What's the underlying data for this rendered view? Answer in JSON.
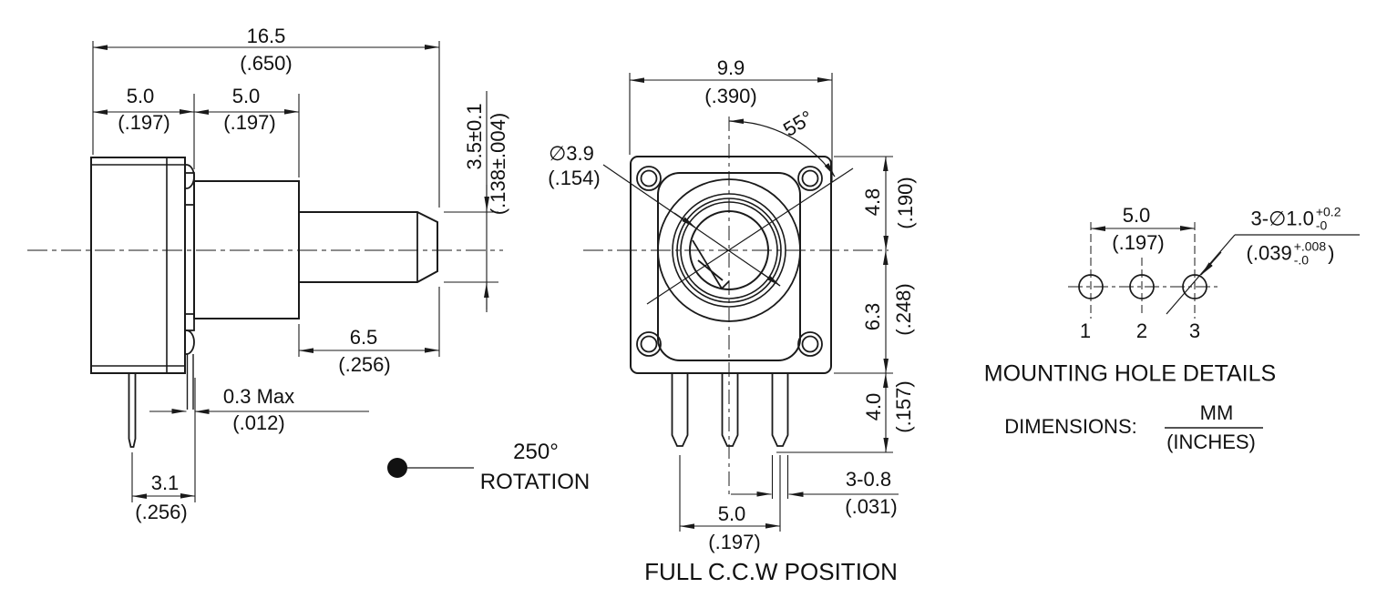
{
  "side_view": {
    "total_length": {
      "mm": "16.5",
      "inch": "(.650)"
    },
    "body_depth": {
      "mm": "5.0",
      "inch": "(.197)"
    },
    "bushing_depth": {
      "mm": "5.0",
      "inch": "(.197)"
    },
    "shaft_dia": {
      "mm": "3.5±0.1",
      "inch": "(.138±.004)"
    },
    "shaft_length": {
      "mm": "6.5",
      "inch": "(.256)"
    },
    "clip_gap": {
      "mm": "0.3 Max",
      "inch": "(.012)"
    },
    "pin_setback": {
      "mm": "3.1",
      "inch": "(.256)"
    },
    "rotation": {
      "angle": "250°",
      "label": "ROTATION"
    }
  },
  "front_view": {
    "width": {
      "mm": "9.9",
      "inch": "(.390)"
    },
    "ccw_angle": "55°",
    "shaft_diameter": {
      "mm": "∅3.9",
      "inch": "(.154)"
    },
    "upper_height": {
      "mm": "4.8",
      "inch": "(.190)"
    },
    "lower_height": {
      "mm": "6.3",
      "inch": "(.248)"
    },
    "pin_length": {
      "mm": "4.0",
      "inch": "(.157)"
    },
    "pin_width": {
      "mm": "3-0.8",
      "inch": "(.031)"
    },
    "pin_spacing": {
      "mm": "5.0",
      "inch": "(.197)"
    },
    "caption": "FULL C.C.W POSITION"
  },
  "mounting_detail": {
    "hole_spacing": {
      "mm": "5.0",
      "inch": "(.197)"
    },
    "hole_spec": {
      "mm_main": "3-∅1.0",
      "mm_sup": "+0.2",
      "mm_sub": "-0",
      "inch_main": "(.039",
      "inch_sup": "+.008",
      "inch_sub": "-.0",
      "inch_close": ")"
    },
    "pin_labels": [
      "1",
      "2",
      "3"
    ],
    "title": "MOUNTING HOLE DETAILS",
    "dimensions_label": "DIMENSIONS:",
    "units_mm": "MM",
    "units_inch": "(INCHES)"
  },
  "colors": {
    "line": "#1a1a1a",
    "background": "#ffffff"
  }
}
